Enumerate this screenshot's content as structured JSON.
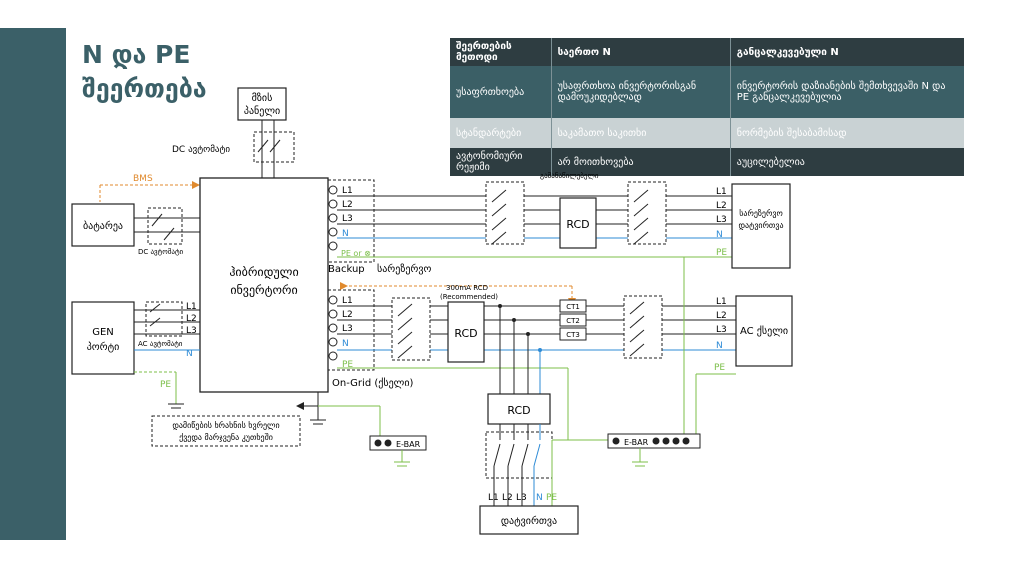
{
  "title": {
    "line1": "N და PE",
    "line2": "შეერთება"
  },
  "table": {
    "headers": [
      "შეერთების მეთოდი",
      "საერთო N",
      "განცალკევებული N"
    ],
    "rows": [
      [
        "უსაფრთხოება",
        "უსაფრთხოა ინვერტორისგან დამოუკიდებლად",
        "ინვერტორის დაზიანების შემთხვევაში N და PE განცალკევებულია"
      ],
      [
        "სტანდარტები",
        "საკამათო საკითხი",
        "ნორმების შესაბამისად"
      ],
      [
        "ავტონომიური რეჟიმი",
        "არ მოითხოვება",
        "აუცილებელია"
      ]
    ]
  },
  "diagram": {
    "solar_panel": [
      "მზის",
      "პანელი"
    ],
    "dc_breaker_top": "DC ავტომატი",
    "bms": "BMS",
    "battery": "ბატარეა",
    "dc_breaker_left": "DC ავტომატი",
    "inverter": [
      "ჰიბრიდული",
      "ინვერტორი"
    ],
    "gen_port": [
      "GEN",
      "პორტი"
    ],
    "ac_breaker": "AC ავტომატი",
    "pe_left": "PE",
    "grounding_note": [
      "დამიწების ხრახნის ხვრელი",
      "ქვედა მარჯვენა კუთხეში"
    ],
    "ebar_left": "E-BAR",
    "ebar_right": "E-BAR",
    "lines": [
      "L1",
      "L2",
      "L3"
    ],
    "n": "N",
    "pe": "PE",
    "pe_or": "PE or ⊗",
    "backup": "Backup",
    "backup_label": "სარეზერვო",
    "switch_label": "გამანაწილებელი",
    "rcd": "RCD",
    "backup_load": [
      "სარეზერვო",
      "დატვირთვა"
    ],
    "rcd300": [
      "300mA RCD",
      "(Recommended)"
    ],
    "ct": [
      "CT1",
      "CT2",
      "CT3"
    ],
    "ac_grid": "AC ქსელი",
    "ongrid": "On-Grid (ქსელი)",
    "load": "დატვირთვა",
    "bottom_labels": [
      "L1",
      "L2",
      "L3",
      "N",
      "PE"
    ]
  }
}
